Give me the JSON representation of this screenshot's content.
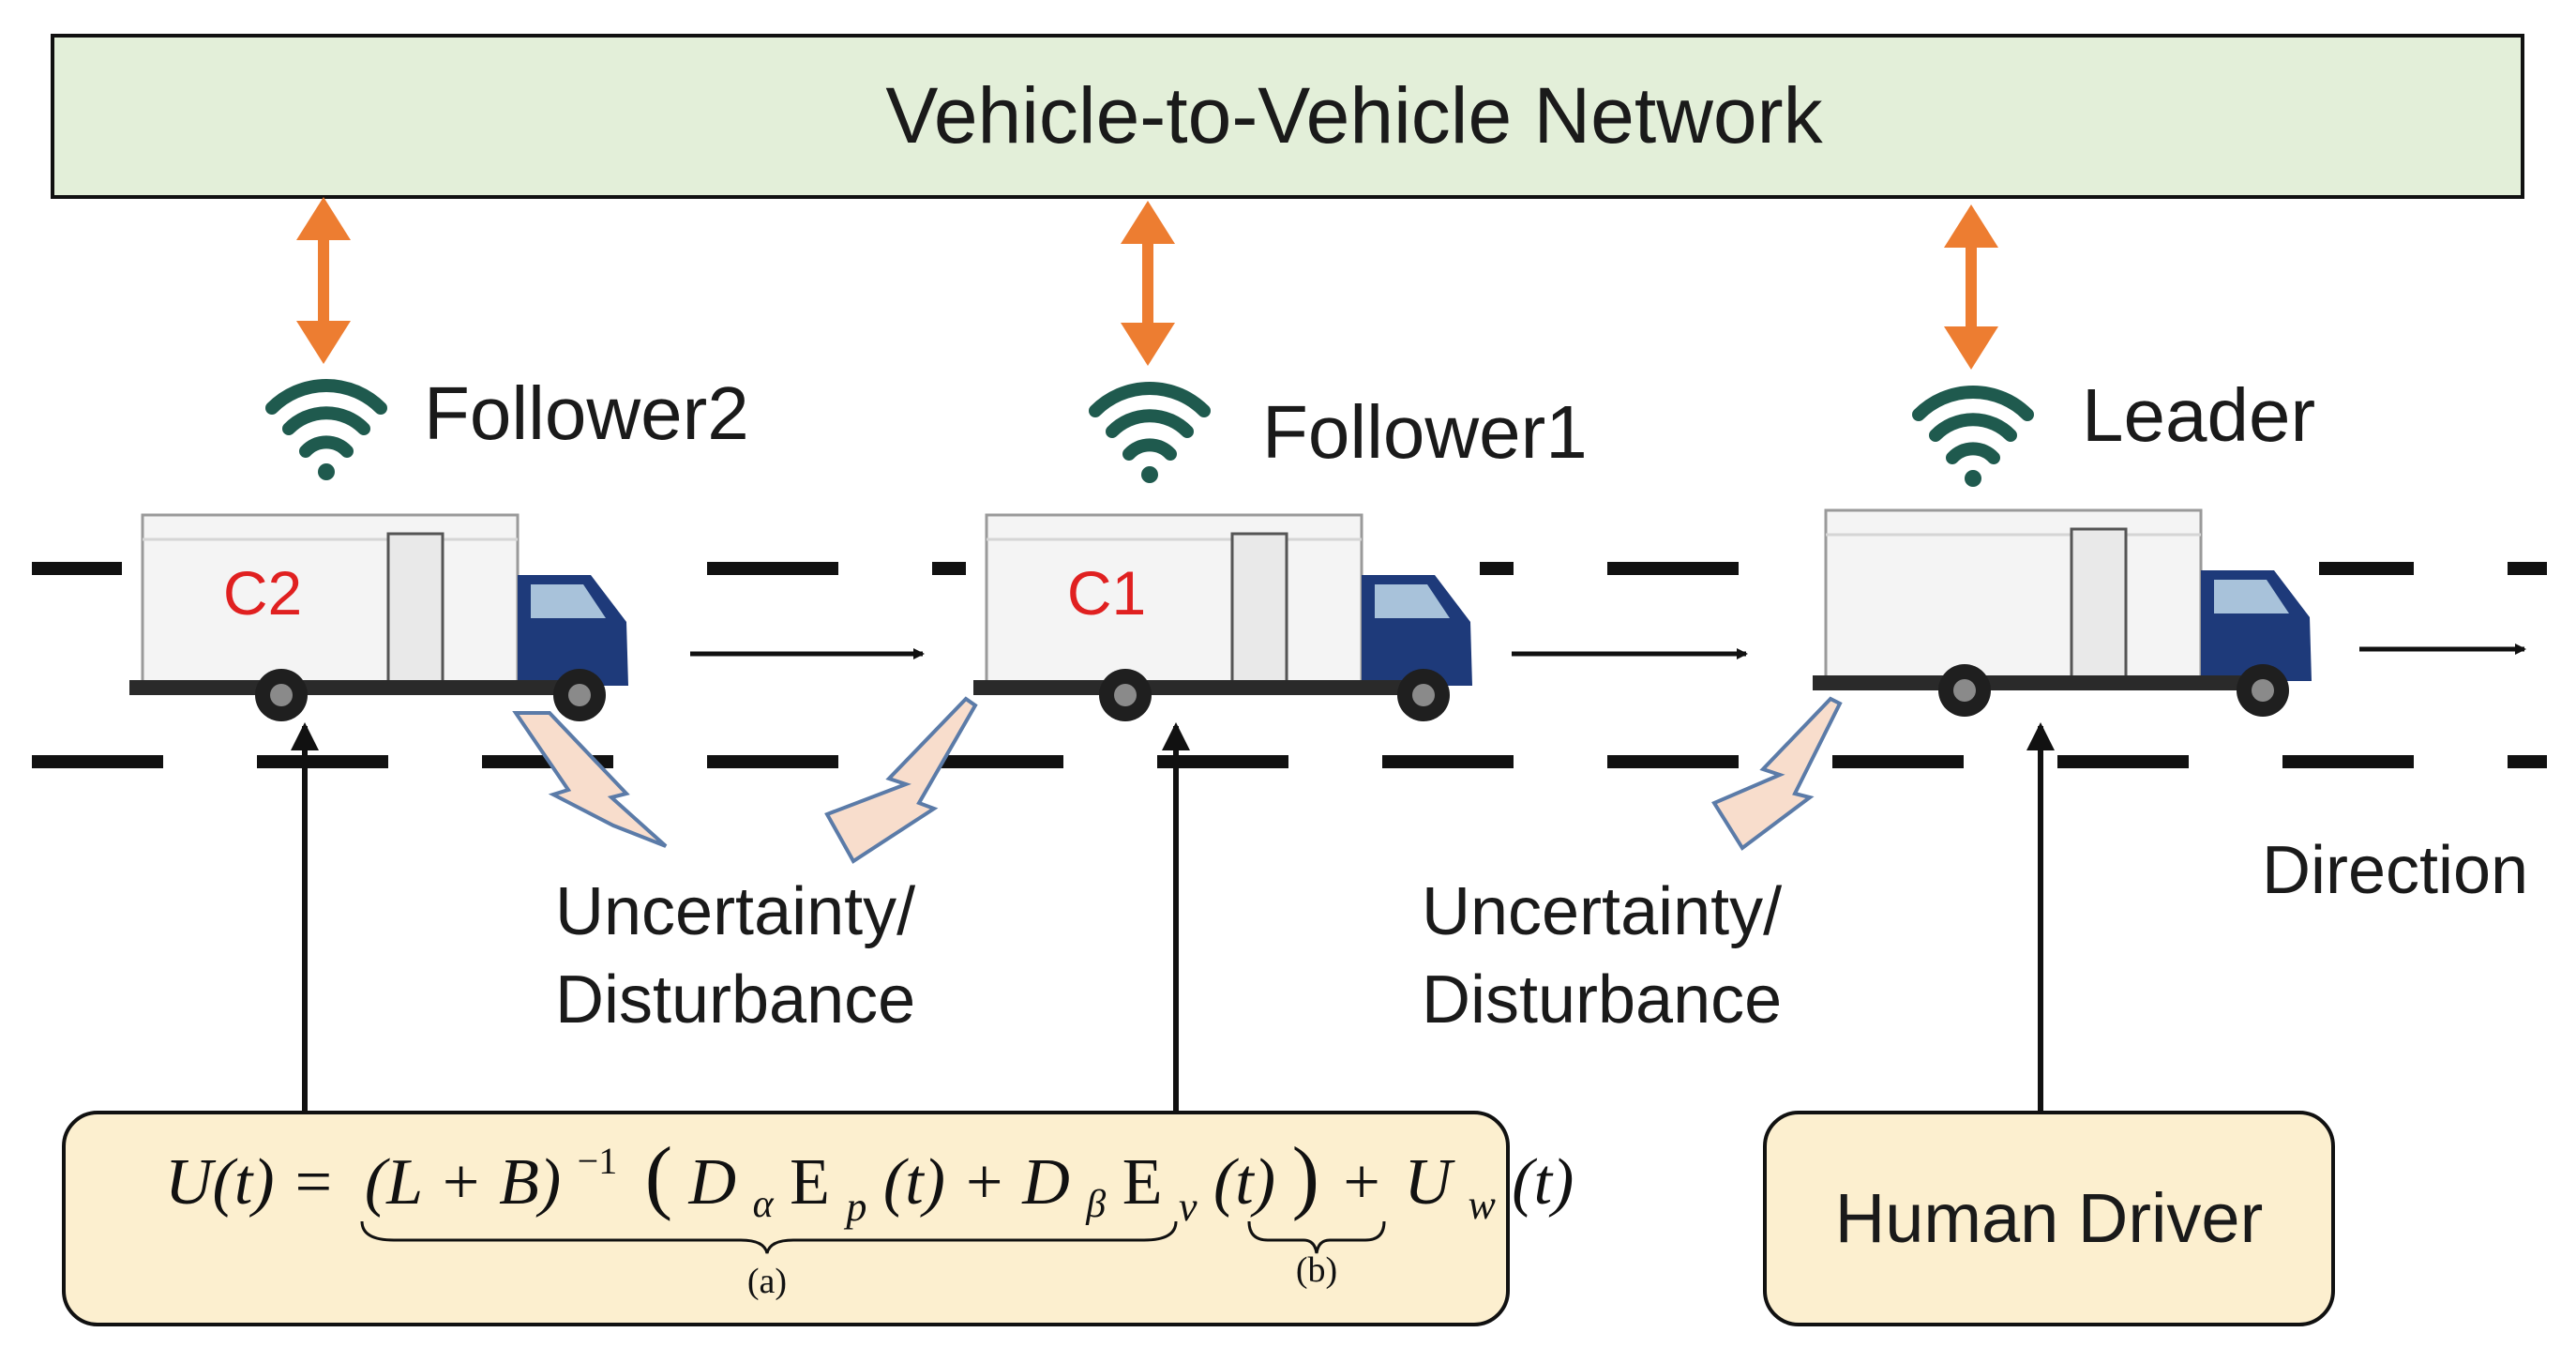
{
  "network": {
    "label": "Vehicle-to-Vehicle Network",
    "fill": "#E3EFD9"
  },
  "vehicles": [
    {
      "role": "Follower2",
      "badge": "C2"
    },
    {
      "role": "Follower1",
      "badge": "C1"
    },
    {
      "role": "Leader",
      "badge": ""
    }
  ],
  "disturbances": [
    {
      "line1": "Uncertainty/",
      "line2": "Disturbance"
    },
    {
      "line1": "Uncertainty/",
      "line2": "Disturbance"
    }
  ],
  "direction_label": "Direction",
  "controller": {
    "lhs": "U(t) =",
    "inverse_term": "(L + B)",
    "inverse_exp": "−1",
    "inner_open": "(",
    "d_alpha": "D",
    "alpha": "α",
    "e_p": "E",
    "p": "p",
    "t1": "(t) +",
    "d_beta": "D",
    "beta": "β",
    "e_v": "E",
    "v": "v",
    "t2": "(t)",
    "inner_close": ")",
    "plus": "+",
    "u_w": "U",
    "w": "w",
    "t3": "(t)",
    "brace_a": "(a)",
    "brace_b": "(b)"
  },
  "human_driver": {
    "label": "Human Driver"
  },
  "colors": {
    "network_arrow": "#ED7D31",
    "wifi": "#1F5A4E",
    "badge_text": "#E02020",
    "lightning_fill": "#F8DDCC",
    "lightning_stroke": "#5B7BA8",
    "box_fill": "#FCEFCF",
    "truck_cab": "#1E3A7A"
  }
}
